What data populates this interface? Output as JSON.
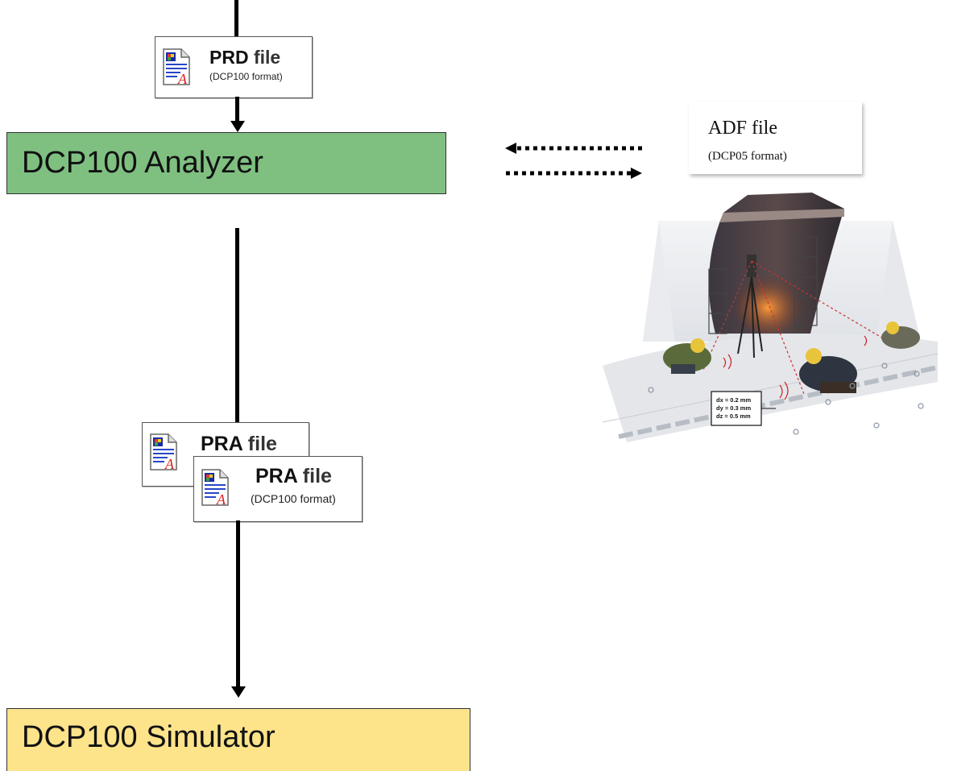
{
  "analyzer": {
    "label": "DCP100 Analyzer",
    "color": "#7fc081"
  },
  "simulator": {
    "label": "DCP100 Simulator",
    "color": "#fde38a"
  },
  "prd_file": {
    "name_kw": "PRD",
    "name_rest": " file",
    "format": "(DCP100 format)"
  },
  "pra_file_back": {
    "name_kw": "PRA",
    "name_rest": " file"
  },
  "pra_file_front": {
    "name_kw": "PRA",
    "name_rest": " file",
    "format": "(DCP100 format)"
  },
  "adf_file": {
    "name": "ADF file",
    "format": "(DCP05 format)"
  },
  "measure_readout": {
    "lines": [
      "dx = 0.2 mm",
      "dy = 0.3 mm",
      "dz = 0.5 mm"
    ]
  },
  "icons": {
    "document": "document-icon",
    "arrow_left": "arrow-left-icon",
    "arrow_right": "arrow-right-icon"
  }
}
